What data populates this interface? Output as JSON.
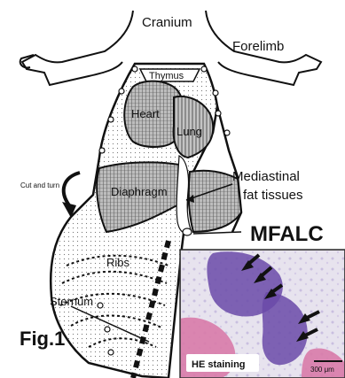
{
  "labels": {
    "cranium": "Cranium",
    "forelimb": "Forelimb",
    "thymus": "Thymus",
    "heart": "Heart",
    "lung": "Lung",
    "cut_and_turn": "Cut and turn",
    "diaphragm": "Diaphragm",
    "mediastinal_line1": "Mediastinal",
    "mediastinal_line2": "fat tissues",
    "mfalc": "MFALC",
    "ribs": "Ribs",
    "sternum": "Sternum",
    "figure_number": "Fig.1"
  },
  "inset": {
    "stain_label": "HE staining",
    "scale_bar_label": "300 μm"
  },
  "colors": {
    "outline": "#111111",
    "hatch": "#444444",
    "tissue_purple": "#6a4aa8",
    "tissue_pink": "#d87aa8",
    "inset_bg": "#eceaf0"
  }
}
